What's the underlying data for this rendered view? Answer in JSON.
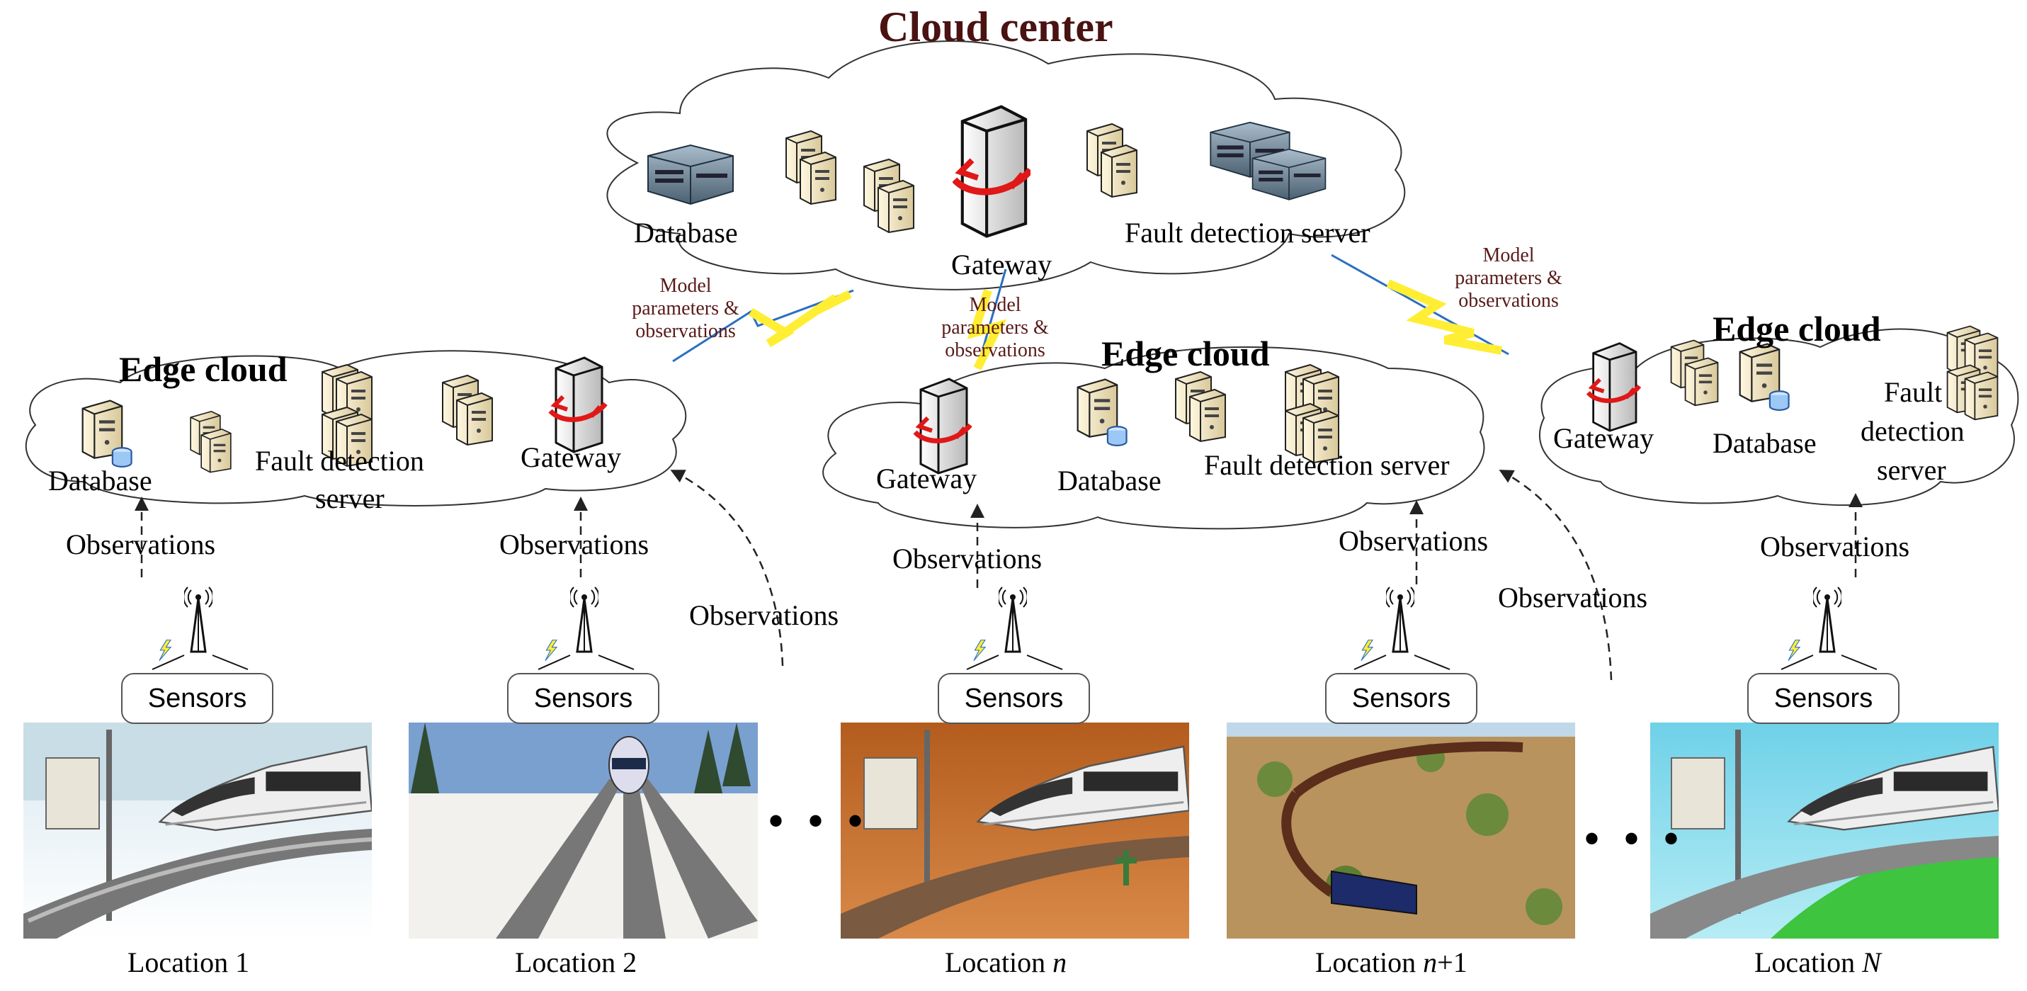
{
  "cloud_center": {
    "title": "Cloud center",
    "database_label": "Database",
    "gateway_label": "Gateway",
    "fault_label": "Fault detection server"
  },
  "edge_left": {
    "title": "Edge cloud",
    "database_label": "Database",
    "fault_label_1": "Fault detection",
    "fault_label_2": "server",
    "gateway_label": "Gateway"
  },
  "edge_middle": {
    "title": "Edge cloud",
    "gateway_label": "Gateway",
    "database_label": "Database",
    "fault_label": "Fault detection server"
  },
  "edge_right": {
    "title": "Edge cloud",
    "gateway_label": "Gateway",
    "database_label": "Database",
    "fault_label_1": "Fault",
    "fault_label_2": "detection",
    "fault_label_3": "server"
  },
  "links": {
    "model_params": [
      "Model",
      "parameters &",
      "observations"
    ],
    "observations": "Observations"
  },
  "sensors_label": "Sensors",
  "locations": [
    {
      "name": "Location 1"
    },
    {
      "name": "Location 2"
    },
    {
      "name": "Location ",
      "var": "n"
    },
    {
      "name": "Location ",
      "var": "n",
      "suffix": "+1"
    },
    {
      "name": "Location ",
      "var": "N"
    }
  ],
  "ellipsis": "• • •"
}
